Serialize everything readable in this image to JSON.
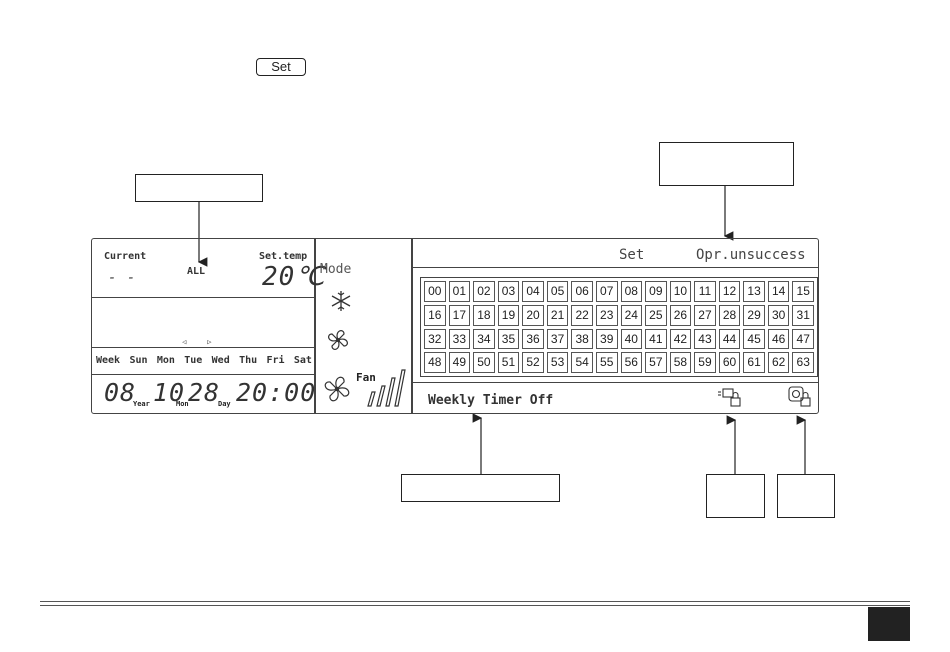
{
  "keycap": {
    "label": "Set"
  },
  "lcd": {
    "current_label": "Current",
    "current_value": "- -",
    "all_label": "ALL",
    "settemp_label": "Set.temp",
    "settemp_value": "20℃",
    "arrows": "◁     ▷",
    "weekdays": [
      "Week",
      "Sun",
      "Mon",
      "Tue",
      "Wed",
      "Thu",
      "Fri",
      "Sat"
    ],
    "date": {
      "year_value": "08",
      "year_label": "Year",
      "mon_value": "10",
      "mon_label": "Mon",
      "day_value": "28",
      "day_label": "Day",
      "time": "20:00"
    },
    "mode_label": "Mode",
    "fan_label": "Fan",
    "set_label": "Set",
    "status_text": "Opr.unsuccess",
    "timer_text": "Weekly Timer Off",
    "cells": [
      "00",
      "01",
      "02",
      "03",
      "04",
      "05",
      "06",
      "07",
      "08",
      "09",
      "10",
      "11",
      "12",
      "13",
      "14",
      "15",
      "16",
      "17",
      "18",
      "19",
      "20",
      "21",
      "22",
      "23",
      "24",
      "25",
      "26",
      "27",
      "28",
      "29",
      "30",
      "31",
      "32",
      "33",
      "34",
      "35",
      "36",
      "37",
      "38",
      "39",
      "40",
      "41",
      "42",
      "43",
      "44",
      "45",
      "46",
      "47",
      "48",
      "49",
      "50",
      "51",
      "52",
      "53",
      "54",
      "55",
      "56",
      "57",
      "58",
      "59",
      "60",
      "61",
      "62",
      "63"
    ]
  },
  "icons": [
    "snowflake-icon",
    "fan-icon",
    "fan-speed-icon",
    "central-lock-icon",
    "lock-icon"
  ]
}
